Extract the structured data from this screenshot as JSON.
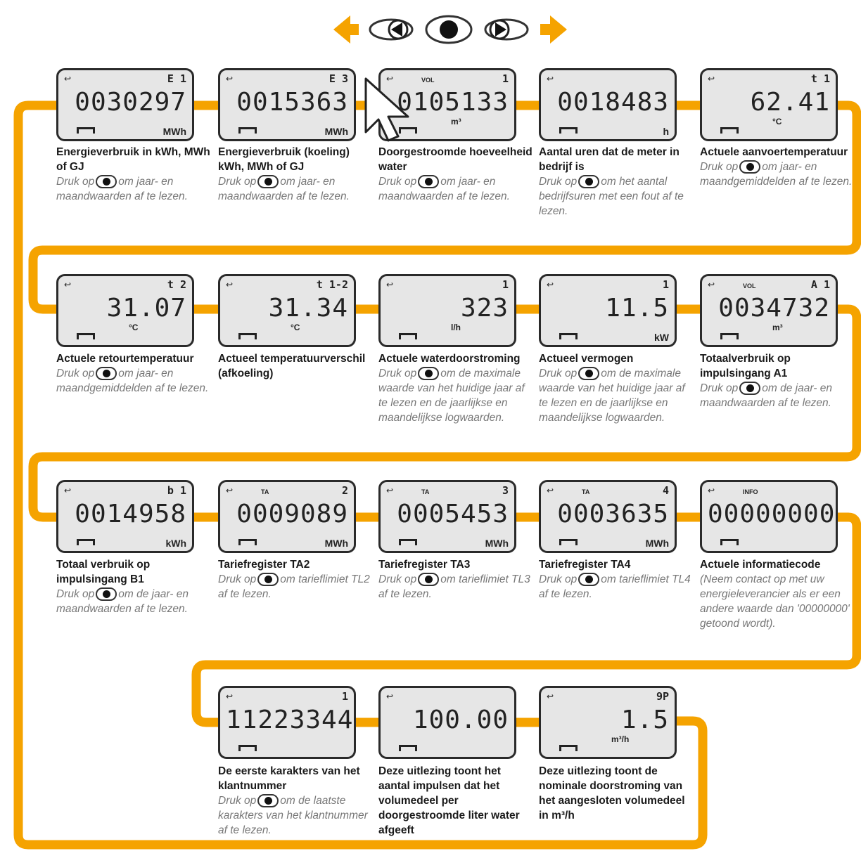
{
  "colors": {
    "flow_line": "#f5a300",
    "lcd_bg": "#e6e6e6",
    "lcd_border": "#2a2a2a",
    "caption_desc": "#777777"
  },
  "nav": {
    "left_icon": "arrow-left-icon",
    "prev": "prev-button-icon",
    "ok": "ok-button-icon",
    "next": "next-button-icon",
    "right_icon": "arrow-right-icon"
  },
  "tiles": [
    {
      "top_label": "",
      "right": "E 1",
      "digits": "0030297",
      "unit": "MWh",
      "title": "Energieverbruik in kWh, MWh of GJ",
      "pre": "Druk op",
      "post": "om jaar- en maandwaarden af te lezen."
    },
    {
      "top_label": "",
      "right": "E 3",
      "digits": "0015363",
      "unit": "MWh",
      "title": "Energieverbruik (koeling) kWh, MWh of GJ",
      "pre": "Druk op",
      "post": "om jaar- en maandwaarden af te lezen."
    },
    {
      "top_label": "VOL",
      "right": "1",
      "digits": "0105133",
      "unit": "m³",
      "title": "Doorgestroomde hoeveelheid water",
      "pre": "Druk op",
      "post": "om jaar- en maandwaarden af te lezen."
    },
    {
      "top_label": "",
      "right": "",
      "digits": "0018483",
      "unit": "h",
      "title": "Aantal uren dat de meter in bedrijf is",
      "pre": "Druk op",
      "post": "om het aantal bedrijfsuren met een fout af te lezen."
    },
    {
      "top_label": "",
      "right": "t 1",
      "digits": "62.41",
      "unit": "°C",
      "title": "Actuele aanvoertemperatuur",
      "pre": "Druk op",
      "post": "om jaar- en maandgemiddelden af te lezen."
    },
    {
      "top_label": "",
      "right": "t 2",
      "digits": "31.07",
      "unit": "°C",
      "title": "Actuele retourtemperatuur",
      "pre": "Druk op",
      "post": "om jaar- en maandgemiddelden af te lezen."
    },
    {
      "top_label": "",
      "right": "t 1-2",
      "digits": "31.34",
      "unit": "°C",
      "title": "Actueel temperatuurverschil (afkoeling)",
      "pre": "",
      "post": ""
    },
    {
      "top_label": "",
      "right": "1",
      "digits": "323",
      "unit": "l/h",
      "title": "Actuele waterdoorstroming",
      "pre": "Druk op",
      "post": "om de maximale waarde van het huidige jaar af te lezen en de jaarlijkse en maandelijkse logwaarden."
    },
    {
      "top_label": "",
      "right": "1",
      "digits": "11.5",
      "unit": "kW",
      "title": "Actueel vermogen",
      "pre": "Druk op",
      "post": "om de maximale waarde van het huidige jaar af te lezen en de jaarlijkse en maandelijkse logwaarden."
    },
    {
      "top_label": "VOL",
      "right": "A 1",
      "digits": "0034732",
      "unit": "m³",
      "title": "Totaalverbruik op impulsingang A1",
      "pre": "Druk op",
      "post": "om de jaar- en maandwaarden af te lezen."
    },
    {
      "top_label": "",
      "right": "b 1",
      "digits": "0014958",
      "unit": "kWh",
      "title": "Totaal verbruik op impulsingang B1",
      "pre": "Druk op",
      "post": "om de jaar- en maandwaarden af te lezen."
    },
    {
      "top_label": "TA",
      "right": "2",
      "digits": "0009089",
      "unit": "MWh",
      "title": "Tariefregister TA2",
      "pre": "Druk op",
      "post": "om tarieflimiet TL2 af te lezen."
    },
    {
      "top_label": "TA",
      "right": "3",
      "digits": "0005453",
      "unit": "MWh",
      "title": "Tariefregister TA3",
      "pre": "Druk op",
      "post": "om tarieflimiet TL3 af te lezen."
    },
    {
      "top_label": "TA",
      "right": "4",
      "digits": "0003635",
      "unit": "MWh",
      "title": "Tariefregister TA4",
      "pre": "Druk op",
      "post": "om tarieflimiet TL4 af te lezen."
    },
    {
      "top_label": "INFO",
      "right": "",
      "digits": "00000000",
      "unit": "",
      "title": "Actuele informatiecode",
      "pre": "",
      "post": "(Neem contact op met uw energieleverancier als er een andere waarde dan '00000000' getoond wordt)."
    },
    {
      "top_label": "",
      "right": "1",
      "digits": "11223344",
      "unit": "",
      "title": "De eerste karakters van het klantnummer",
      "pre": "Druk op",
      "post": "om de laatste karakters van het klantnummer af te lezen."
    },
    {
      "top_label": "",
      "right": "",
      "digits": "100.00",
      "unit": "",
      "title": "Deze uitlezing toont het aantal impulsen dat het volumedeel per doorgestroomde liter water afgeeft",
      "pre": "",
      "post": ""
    },
    {
      "top_label": "",
      "right": "9P",
      "digits": "1.5",
      "unit": "m³/h",
      "title": "Deze uitlezing toont de nominale doorstroming van het aangesloten volumedeel in m³/h",
      "pre": "",
      "post": ""
    }
  ]
}
